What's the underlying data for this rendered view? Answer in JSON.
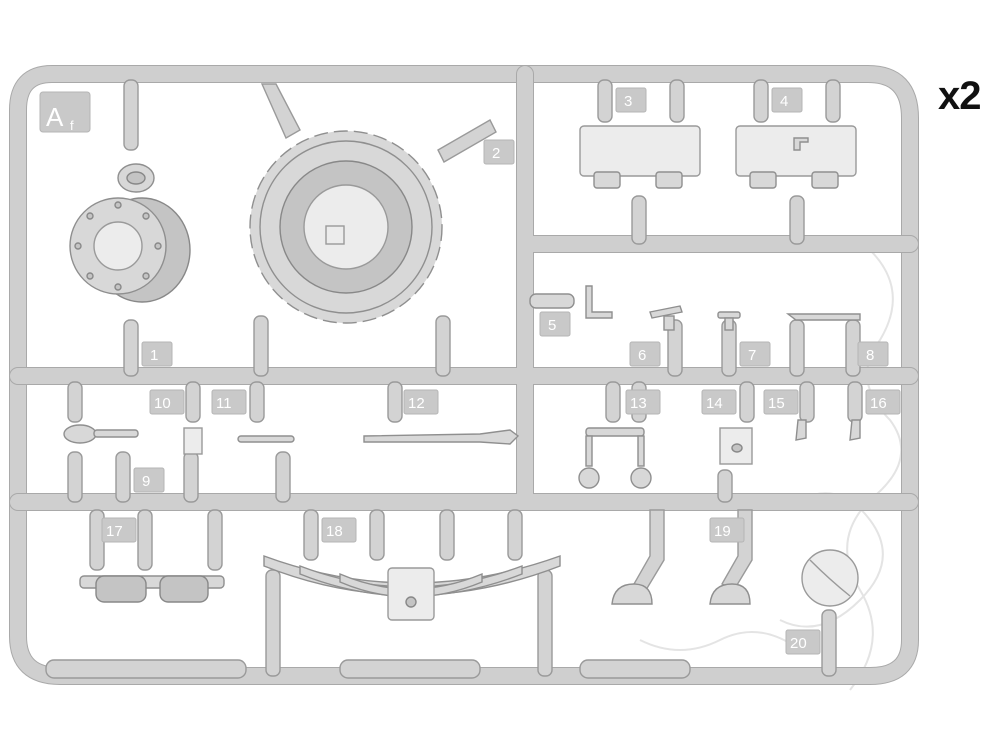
{
  "sprue": {
    "id_letter": "A",
    "id_suffix": "f",
    "quantity": "x2",
    "part_numbers": [
      "1",
      "2",
      "3",
      "4",
      "5",
      "6",
      "7",
      "8",
      "9",
      "10",
      "11",
      "12",
      "13",
      "14",
      "15",
      "16",
      "17",
      "18",
      "19",
      "20"
    ]
  },
  "colors": {
    "plastic": "#d8d8d8",
    "frame": "#cfcfcf",
    "background": "#ffffff"
  }
}
